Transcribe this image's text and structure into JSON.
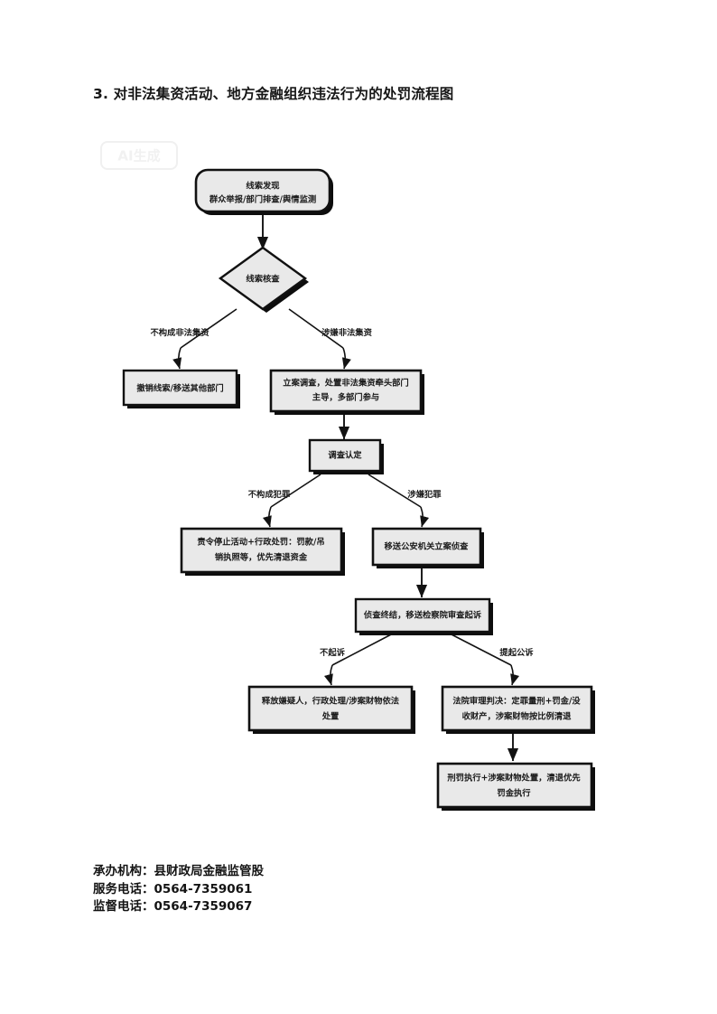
{
  "document": {
    "title": "3. 对非法集资活动、地方金融组织违法行为的处罚流程图",
    "watermark": "AI生成",
    "page_background": "#ffffff",
    "node_fill": "#e9e9e9",
    "node_stroke": "#111111",
    "shadow_color": "#000000",
    "text_color": "#1b1b1b"
  },
  "flowchart": {
    "type": "flowchart",
    "nodes": [
      {
        "id": "start",
        "shape": "rounded-rect",
        "lines": [
          "线索发现",
          "群众举报/部门排查/舆情监测"
        ]
      },
      {
        "id": "verify",
        "shape": "diamond",
        "lines": [
          "线索核查"
        ]
      },
      {
        "id": "dismiss",
        "shape": "rect",
        "lines": [
          "撤销线索/移送其他部门"
        ]
      },
      {
        "id": "case-open",
        "shape": "rect",
        "lines": [
          "立案调查，处置非法集资牵头部门",
          "主导，多部门参与"
        ]
      },
      {
        "id": "determine",
        "shape": "rect",
        "lines": [
          "调查认定"
        ]
      },
      {
        "id": "admin-penalty",
        "shape": "rect",
        "lines": [
          "责令停止活动+行政处罚：罚款/吊",
          "销执照等，优先清退资金"
        ]
      },
      {
        "id": "transfer-police",
        "shape": "rect",
        "lines": [
          "移送公安机关立案侦查"
        ]
      },
      {
        "id": "prosecutor-review",
        "shape": "rect",
        "lines": [
          "侦查终结，移送检察院审查起诉"
        ]
      },
      {
        "id": "release",
        "shape": "rect",
        "lines": [
          "释放嫌疑人，行政处理/涉案财物依法",
          "处置"
        ]
      },
      {
        "id": "court-judgment",
        "shape": "rect",
        "lines": [
          "法院审理判决：定罪量刑+罚金/没",
          "收财产，涉案财物按比例清退"
        ]
      },
      {
        "id": "execution",
        "shape": "rect",
        "lines": [
          "刑罚执行+涉案财物处置，清退优先",
          "罚金执行"
        ]
      }
    ],
    "edges": [
      {
        "from": "start",
        "to": "verify",
        "label": ""
      },
      {
        "from": "verify",
        "to": "dismiss",
        "label": "不构成非法集资"
      },
      {
        "from": "verify",
        "to": "case-open",
        "label": "涉嫌非法集资"
      },
      {
        "from": "case-open",
        "to": "determine",
        "label": ""
      },
      {
        "from": "determine",
        "to": "admin-penalty",
        "label": "不构成犯罪"
      },
      {
        "from": "determine",
        "to": "transfer-police",
        "label": "涉嫌犯罪"
      },
      {
        "from": "transfer-police",
        "to": "prosecutor-review",
        "label": ""
      },
      {
        "from": "prosecutor-review",
        "to": "release",
        "label": "不起诉"
      },
      {
        "from": "prosecutor-review",
        "to": "court-judgment",
        "label": "提起公诉"
      },
      {
        "from": "court-judgment",
        "to": "execution",
        "label": ""
      }
    ]
  },
  "footer": {
    "agency": "承办机构：县财政局金融监管股",
    "service_phone": "服务电话：0564-7359061",
    "supervision_phone": "监督电话：0564-7359067"
  }
}
